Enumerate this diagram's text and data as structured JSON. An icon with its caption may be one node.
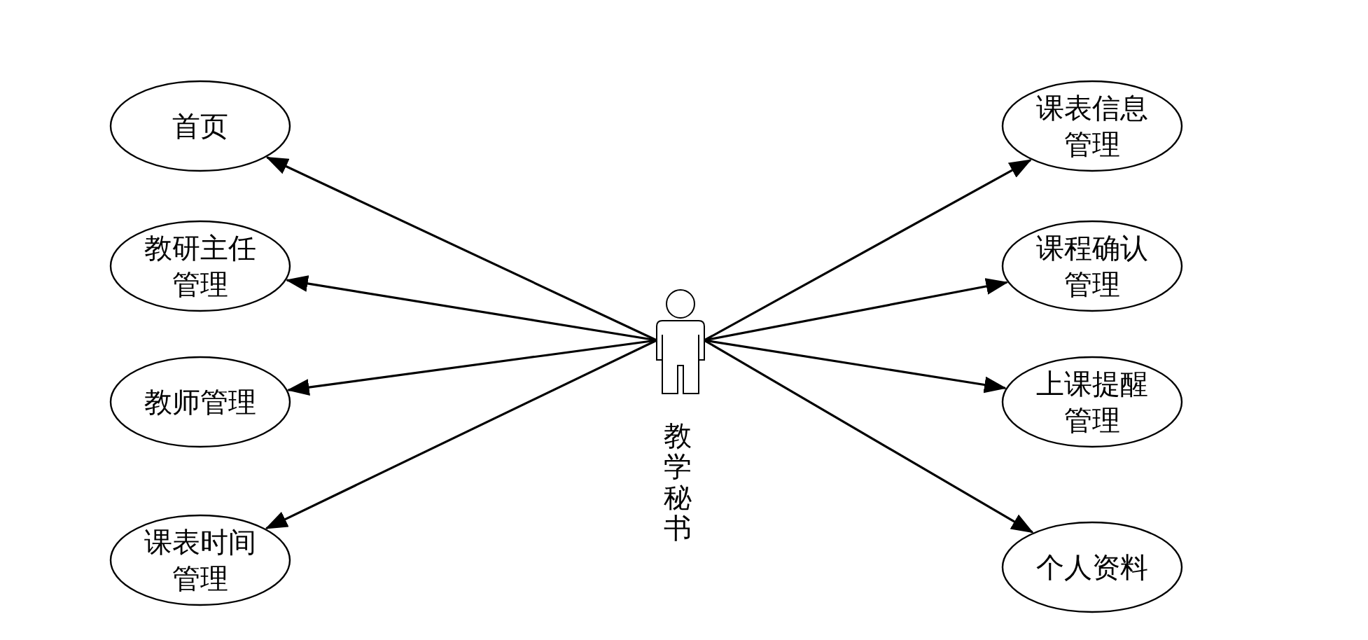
{
  "diagram": {
    "nodes": [
      {
        "text": [
          "教学秘书"
        ]
      },
      {
        "text": [
          "首页"
        ]
      },
      {
        "text": [
          "教研主任管理"
        ]
      },
      {
        "text": [
          "教师管理"
        ]
      },
      {
        "text": [
          "课表时间管理"
        ]
      },
      {
        "text": [
          "课表信息管理"
        ]
      },
      {
        "text": [
          "课程确认管理"
        ]
      },
      {
        "text": [
          "上课提醒管理"
        ]
      },
      {
        "text": [
          "个人资料"
        ]
      }
    ],
    "edges": [
      {
        "from": 0,
        "to": 1,
        "arrow": "to"
      },
      {
        "from": 0,
        "to": 2,
        "arrow": "to"
      },
      {
        "from": 0,
        "to": 3,
        "arrow": "to"
      },
      {
        "from": 0,
        "to": 4,
        "arrow": "to"
      },
      {
        "from": 0,
        "to": 5,
        "arrow": "to"
      },
      {
        "from": 0,
        "to": 6,
        "arrow": "to"
      },
      {
        "from": 0,
        "to": 7,
        "arrow": "to"
      },
      {
        "from": 0,
        "to": 8,
        "arrow": "to"
      }
    ]
  }
}
